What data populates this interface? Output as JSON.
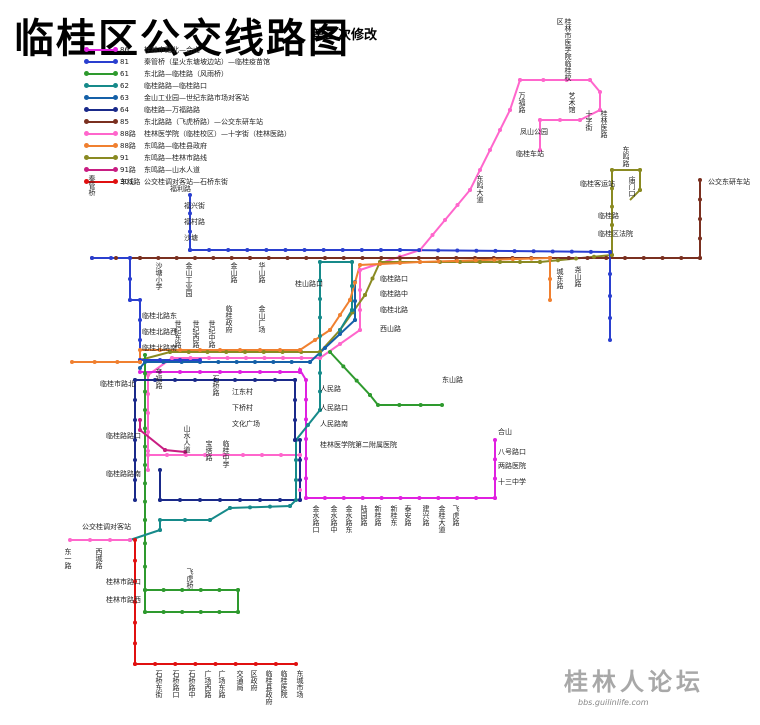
{
  "title": "临桂区公交线路图",
  "subtitle": "第二次修改",
  "watermark": {
    "text": "桂林人论坛",
    "url": "bbs.guilinlife.com"
  },
  "legend": [
    {
      "num": "86",
      "color": "#e020e0",
      "desc": "桂林市路北—合山"
    },
    {
      "num": "81",
      "color": "#2a3fcf",
      "desc": "秦管桥（星火东塘坡边站）—临桂疫苗馆"
    },
    {
      "num": "61",
      "color": "#2e9a2e",
      "desc": "东北路—临桂路（风雨桥）"
    },
    {
      "num": "62",
      "color": "#168a8a",
      "desc": "临桂路路—临桂路口"
    },
    {
      "num": "63",
      "color": "#1560a8",
      "desc": "金山工业园—世纪东路市场对客站"
    },
    {
      "num": "64",
      "color": "#1a2a8a",
      "desc": "临桂路—万福路路"
    },
    {
      "num": "85",
      "color": "#7a3020",
      "desc": "东北路路（飞虎桥路）—公交东研车站"
    },
    {
      "num": "88路",
      "color": "#ff66cc",
      "desc": "桂林医学院（临桂校区）—十字街（桂林医路）"
    },
    {
      "num": "88路",
      "color": "#f08030",
      "desc": "东鸣路—临桂县政府"
    },
    {
      "num": "91",
      "color": "#8a8a22",
      "desc": "东鸣路—桂林市路线"
    },
    {
      "num": "91路车线",
      "color": "#c81e82",
      "desc": "东鸣路—山水人道"
    },
    {
      "num": "301路",
      "color": "#e01010",
      "desc": "公交桂调对客站—石桥东街"
    }
  ],
  "stations": [
    {
      "text": "桂林市医学院临桂校区",
      "color": "#222"
    },
    {
      "text": "秦管桥",
      "color": "#222"
    },
    {
      "text": "福利路",
      "color": "#222"
    },
    {
      "text": "福兴街",
      "color": "#222"
    },
    {
      "text": "福村路",
      "color": "#222"
    },
    {
      "text": "沙塘",
      "color": "#222"
    },
    {
      "text": "沙塘小学",
      "color": "#222"
    },
    {
      "text": "金山工业园",
      "color": "#222"
    },
    {
      "text": "金山路",
      "color": "#222"
    },
    {
      "text": "华山路",
      "color": "#222"
    },
    {
      "text": "桂山路口",
      "color": "#222"
    },
    {
      "text": "临桂路口",
      "color": "#222"
    },
    {
      "text": "临桂路中",
      "color": "#222"
    },
    {
      "text": "临桂北路",
      "color": "#222"
    },
    {
      "text": "临桂政府",
      "color": "#222"
    },
    {
      "text": "金山广场",
      "color": "#222"
    },
    {
      "text": "临桂北路东",
      "color": "#222"
    },
    {
      "text": "临桂北路西",
      "color": "#222"
    },
    {
      "text": "临桂北路南",
      "color": "#222"
    },
    {
      "text": "临桂市路北",
      "color": "#222"
    },
    {
      "text": "临桂路路口",
      "color": "#222"
    },
    {
      "text": "临桂路路南",
      "color": "#222"
    },
    {
      "text": "辛福路",
      "color": "#222"
    },
    {
      "text": "石桥路",
      "color": "#222"
    },
    {
      "text": "世纪东路",
      "color": "#222"
    },
    {
      "text": "世纪西路",
      "color": "#222"
    },
    {
      "text": "世纪中路",
      "color": "#222"
    },
    {
      "text": "人民路",
      "color": "#222"
    },
    {
      "text": "人民路口",
      "color": "#222"
    },
    {
      "text": "人民路南",
      "color": "#222"
    },
    {
      "text": "桂林医学院第二附属医院",
      "color": "#222"
    },
    {
      "text": "合山",
      "color": "#222"
    },
    {
      "text": "八号路口",
      "color": "#222"
    },
    {
      "text": "两路医院",
      "color": "#222"
    },
    {
      "text": "十三中学",
      "color": "#222"
    },
    {
      "text": "东鸣路",
      "color": "#222"
    },
    {
      "text": "临桂路",
      "color": "#222"
    },
    {
      "text": "山水人道",
      "color": "#222"
    },
    {
      "text": "飞虎桥",
      "color": "#222"
    },
    {
      "text": "公交桂调对客站",
      "color": "#222"
    },
    {
      "text": "东一路",
      "color": "#222"
    },
    {
      "text": "西城路",
      "color": "#222"
    },
    {
      "text": "万福路",
      "color": "#222"
    },
    {
      "text": "艺术馆",
      "color": "#222"
    },
    {
      "text": "十字街",
      "color": "#222"
    },
    {
      "text": "桂林医路",
      "color": "#222"
    },
    {
      "text": "凤山公园",
      "color": "#222"
    },
    {
      "text": "临桂车站",
      "color": "#222"
    },
    {
      "text": "城东路",
      "color": "#222"
    },
    {
      "text": "尧山路",
      "color": "#222"
    },
    {
      "text": "庙门口",
      "color": "#222"
    },
    {
      "text": "公交东研车站",
      "color": "#222"
    },
    {
      "text": "东鸣大道",
      "color": "#222"
    },
    {
      "text": "临桂客运站",
      "color": "#222"
    },
    {
      "text": "临桂区法院",
      "color": "#222"
    },
    {
      "text": "桂林市路口",
      "color": "#222"
    },
    {
      "text": "桂林市路西",
      "color": "#222"
    },
    {
      "text": "石桥东街",
      "color": "#222"
    },
    {
      "text": "石桥路口",
      "color": "#222"
    },
    {
      "text": "石桥路中",
      "color": "#222"
    },
    {
      "text": "广场西路",
      "color": "#222"
    },
    {
      "text": "广场东路",
      "color": "#222"
    },
    {
      "text": "交通局",
      "color": "#222"
    },
    {
      "text": "区政府",
      "color": "#222"
    },
    {
      "text": "临桂县政府",
      "color": "#222"
    },
    {
      "text": "临桂医院",
      "color": "#222"
    },
    {
      "text": "东城市场",
      "color": "#222"
    },
    {
      "text": "东山路",
      "color": "#222"
    },
    {
      "text": "西山路",
      "color": "#222"
    },
    {
      "text": "江东村",
      "color": "#222"
    },
    {
      "text": "下桥村",
      "color": "#222"
    },
    {
      "text": "文化广场",
      "color": "#222"
    },
    {
      "text": "宝塔路",
      "color": "#222"
    },
    {
      "text": "临桂中学",
      "color": "#222"
    },
    {
      "text": "金水路口",
      "color": "#222"
    },
    {
      "text": "金水路中",
      "color": "#222"
    },
    {
      "text": "金水路东",
      "color": "#222"
    },
    {
      "text": "陆园路",
      "color": "#222"
    },
    {
      "text": "新桂路",
      "color": "#222"
    },
    {
      "text": "新桂东",
      "color": "#222"
    },
    {
      "text": "泰安路",
      "color": "#222"
    },
    {
      "text": "建兴路",
      "color": "#222"
    },
    {
      "text": "金桂大道",
      "color": "#222"
    },
    {
      "text": "飞虎路",
      "color": "#222"
    }
  ]
}
